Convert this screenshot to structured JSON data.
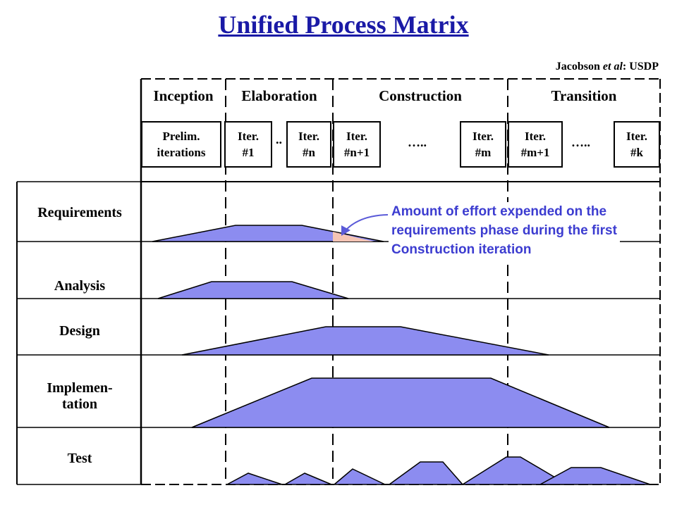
{
  "title": "Unified Process Matrix",
  "reference": {
    "author": "Jacobson ",
    "etal": "et al",
    "rest": ": USDP"
  },
  "phases": [
    "Inception",
    "Elaboration",
    "Construction",
    "Transition"
  ],
  "iterations": [
    {
      "l1": "Prelim.",
      "l2": "iterations"
    },
    {
      "l1": "Iter.",
      "l2": "#1"
    },
    {
      "l1": "Iter.",
      "l2": "#n"
    },
    {
      "l1": "Iter.",
      "l2": "#n+1"
    },
    {
      "l1": "Iter.",
      "l2": "#m"
    },
    {
      "l1": "Iter.",
      "l2": "#m+1"
    },
    {
      "l1": "Iter.",
      "l2": "#k"
    }
  ],
  "ellipses": [
    "..",
    "…..",
    "….."
  ],
  "workflows": [
    {
      "l1": "Requirements"
    },
    {
      "l1": "Analysis"
    },
    {
      "l1": "Design"
    },
    {
      "l1": "Implemen-",
      "l2": "tation"
    },
    {
      "l1": "Test"
    }
  ],
  "annotation": "Amount of effort expended on the requirements phase during the first Construction iteration",
  "colors": {
    "title": "#1a1aa6",
    "effort_fill": "#8c8cf0",
    "highlight_fill": "#f4c4b4",
    "annotation": "#3c3cd0",
    "arrow": "#5a5ad8"
  }
}
